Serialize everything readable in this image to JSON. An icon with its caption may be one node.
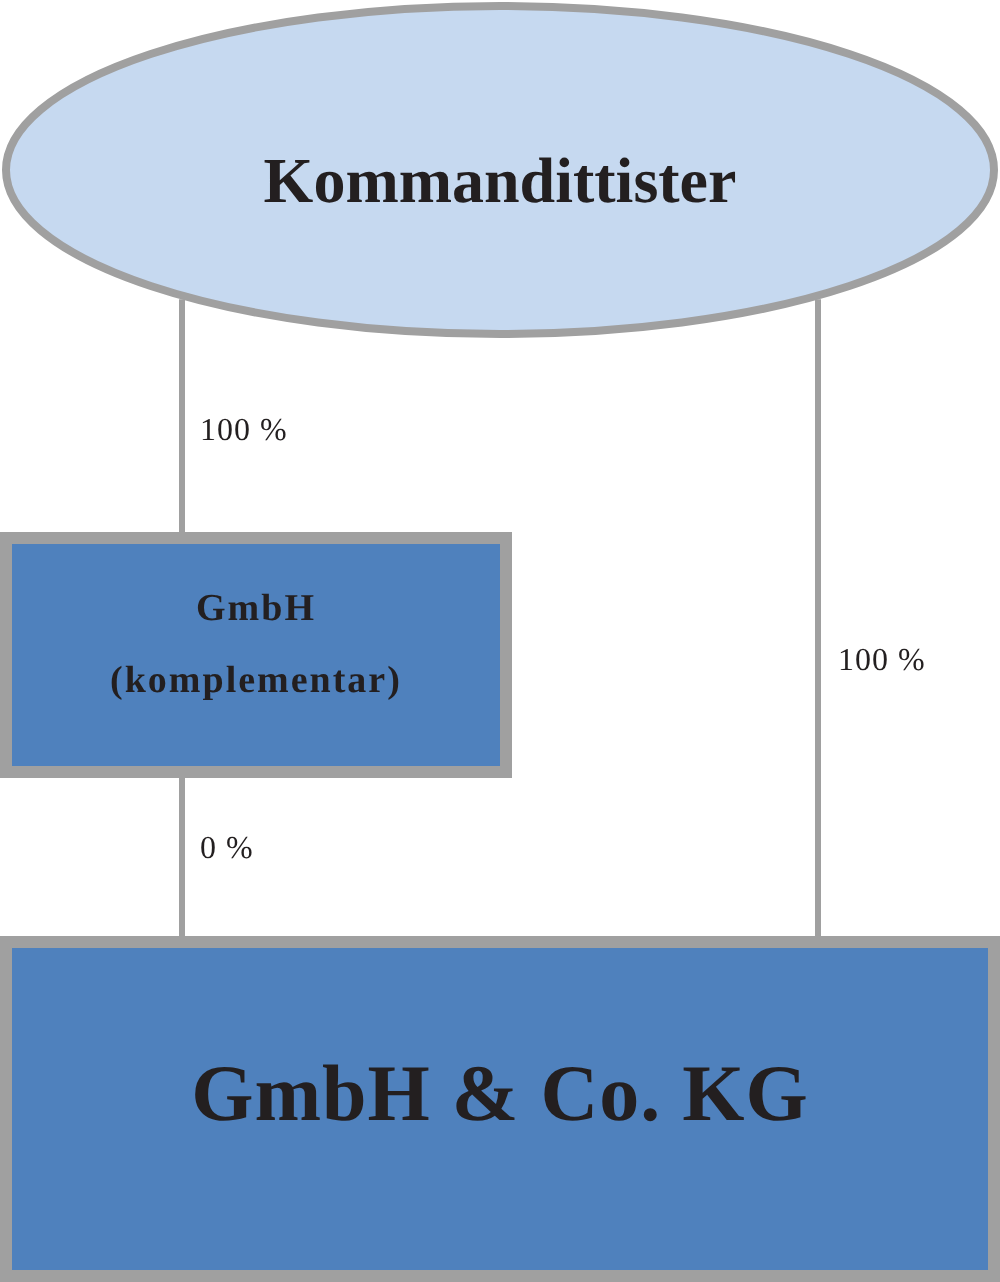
{
  "diagram": {
    "nodes": [
      {
        "text": [
          "Kommandittister"
        ]
      },
      {
        "text": [
          "GmbH",
          "(komplementar)"
        ]
      },
      {
        "text": [
          "GmbH & Co. KG"
        ]
      }
    ],
    "edges": [
      {
        "from": 0,
        "to": 1,
        "arrow": "none",
        "label": "100 %"
      },
      {
        "from": 0,
        "to": 2,
        "arrow": "none",
        "label": "100 %"
      },
      {
        "from": 1,
        "to": 2,
        "arrow": "none",
        "label": "0 %"
      }
    ]
  }
}
